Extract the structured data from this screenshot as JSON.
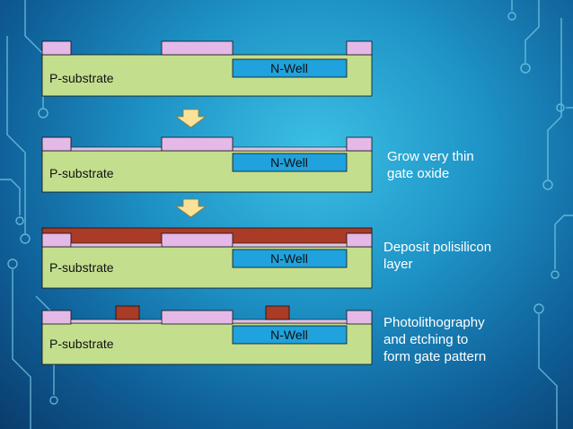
{
  "colors": {
    "substrate": "#c3df8e",
    "oxide_thick": "#e4b9e7",
    "oxide_thin": "#dcc3e6",
    "nwell": "#1fa2dd",
    "poly": "#a93b27",
    "arrow": "#fbe297",
    "circuit": "#7fd0ea"
  },
  "steps": [
    {
      "substrate_label": "P-substrate",
      "nwell_label": "N-Well",
      "description": ""
    },
    {
      "substrate_label": "P-substrate",
      "nwell_label": "N-Well",
      "description": "Grow very thin\n gate oxide"
    },
    {
      "substrate_label": "P-substrate",
      "nwell_label": "N-Well",
      "description": "Deposit polisilicon\n layer"
    },
    {
      "substrate_label": "P-substrate",
      "nwell_label": "N-Well",
      "description": "Photolithography\nand etching to\nform gate pattern"
    }
  ]
}
